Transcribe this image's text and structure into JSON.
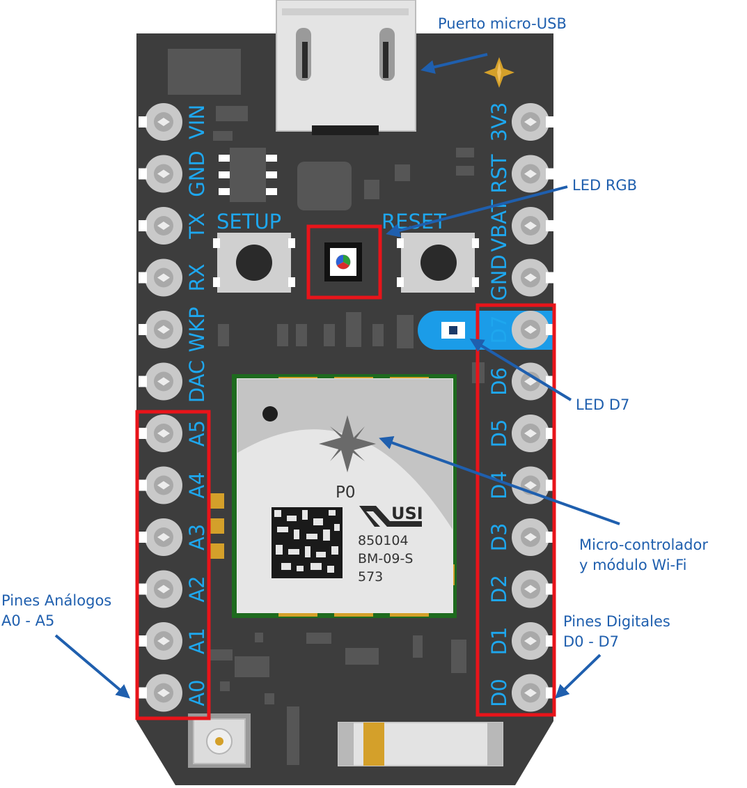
{
  "annotations": {
    "usb": "Puerto micro-USB",
    "rgb": "LED RGB",
    "d7": "LED D7",
    "mcu": [
      "Micro-controlador",
      "y módulo Wi-Fi"
    ],
    "analog": [
      "Pines Análogos",
      "A0 - A5"
    ],
    "digital": [
      "Pines Digitales",
      "D0 - D7"
    ]
  },
  "board": {
    "buttons": {
      "setup": "SETUP",
      "reset": "RESET"
    },
    "left_pins": [
      "VIN",
      "GND",
      "TX",
      "RX",
      "WKP",
      "DAC",
      "A5",
      "A4",
      "A3",
      "A2",
      "A1",
      "A0"
    ],
    "right_pins": [
      "3V3",
      "RST",
      "VBAT",
      "GND",
      "D7",
      "D6",
      "D5",
      "D4",
      "D3",
      "D2",
      "D1",
      "D0"
    ],
    "module": {
      "name": "P0",
      "brand": "USI",
      "lines": [
        "850104",
        "BM-09-S",
        "573"
      ]
    }
  },
  "colors": {
    "board": "#3d3d3d",
    "pin_label": "#1ea7ee",
    "highlight": "#e8141a",
    "annotation": "#1f5fae",
    "module_pcb": "#1e6a1e",
    "gold": "#d4a02a"
  }
}
